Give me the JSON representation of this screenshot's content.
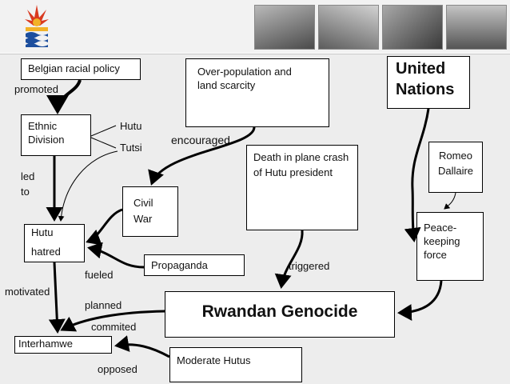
{
  "nodes": {
    "belgian": "Belgian racial policy",
    "ethnic": "Ethnic\nDivision",
    "overpop": "Over-population and\nland scarcity",
    "un": "United\nNations",
    "deathcrash": "Death in plane crash\nof Hutu president",
    "romeo": "Romeo\nDallaire",
    "civilwar": "Civil\nWar",
    "hutuhatred": "Hutu\n\nhatred",
    "peacekeeping": "Peace-\nkeeping\nforce",
    "propaganda": "Propaganda",
    "genocide": "Rwandan Genocide",
    "interhamwe": "Interhamwe",
    "moderate": "Moderate Hutus"
  },
  "labels": {
    "promoted": "promoted",
    "hutu": "Hutu",
    "tutsi": "Tutsi",
    "encouraged": "encouraged",
    "ledto": "led\nto",
    "fueled": "fueled",
    "triggered": "triggered",
    "motivated": "motivated",
    "planned": "planned",
    "commited": "commited",
    "opposed": "opposed"
  },
  "colors": {
    "arrow": "#000000",
    "background": "#ededed",
    "box": "#ffffff"
  }
}
